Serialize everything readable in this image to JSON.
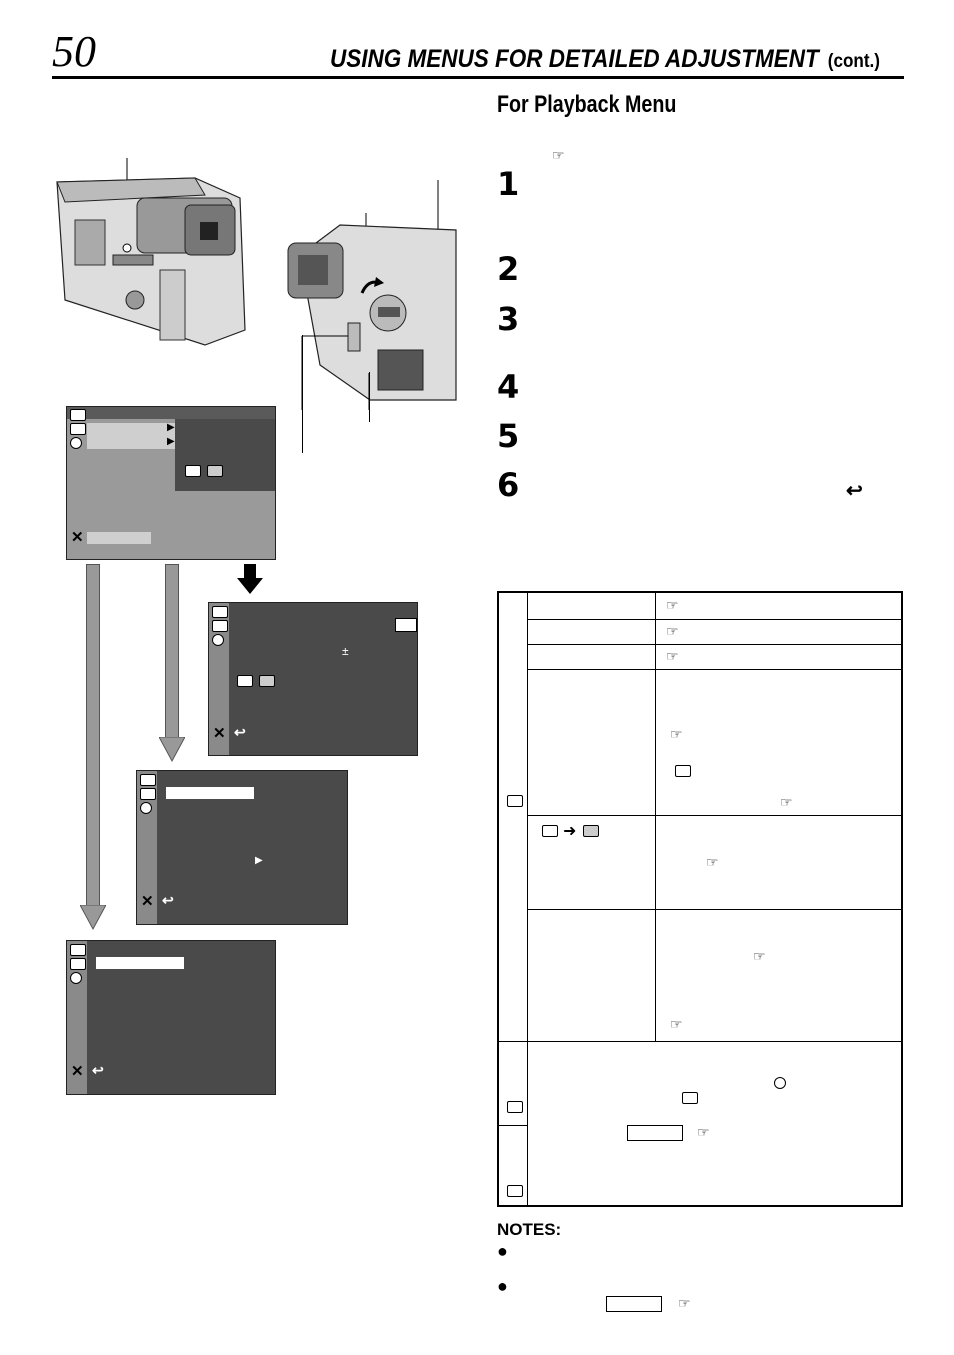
{
  "header": {
    "page_number": "50",
    "title": "USING MENUS FOR DETAILED ADJUSTMENT",
    "cont": "(cont.)"
  },
  "section_title": "For Playback Menu",
  "steps": [
    "1",
    "2",
    "3",
    "4",
    "5",
    "6"
  ],
  "menu_glyphs": {
    "close": "✕",
    "return": "↩",
    "plus_minus": "±",
    "submenu_arrow": "▶"
  },
  "notes": {
    "title": "NOTES:",
    "bullet": "●"
  },
  "icons": [
    "ref-pointer-icon",
    "tape-icon",
    "camera-icon",
    "clock-icon",
    "memory-card-icon",
    "volume-bar-icon"
  ]
}
